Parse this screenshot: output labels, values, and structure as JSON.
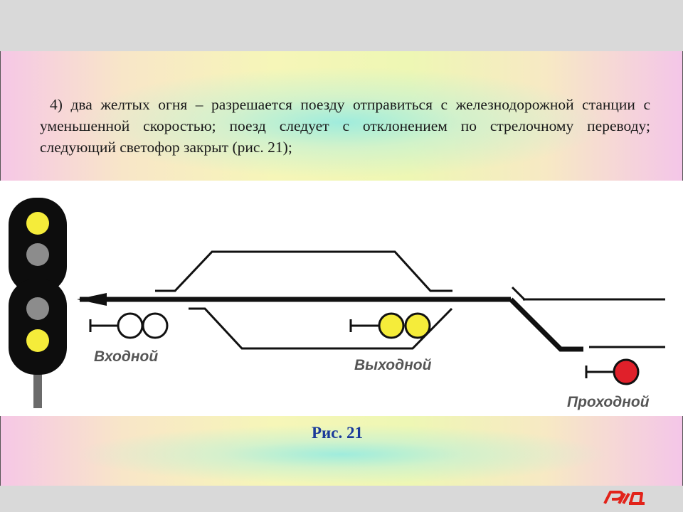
{
  "slide": {
    "body_text": "4) два желтых огня – разрешается поезду отправиться с железнодорожной станции с уменьшенной скоростью; поезд следует с отклонением по стрелочному переводу; следующий светофор закрыт (рис. 21);",
    "caption": "Рис.  21"
  },
  "diagram": {
    "entry_signal_label": "Входной",
    "exit_signal_label": "Выходной",
    "block_signal_label": "Проходной",
    "signal_head_lights": [
      "yellow",
      "grey",
      "grey",
      "yellow"
    ],
    "entry_signal_lights": [
      "white-off",
      "white-off"
    ],
    "exit_signal_lights": [
      "yellow",
      "yellow"
    ],
    "block_signal_lights": [
      "red"
    ],
    "colors": {
      "yellow": "#f5ec3a",
      "grey": "#8c8c8c",
      "red": "#e0202a",
      "track": "#111111",
      "label": "#555555"
    }
  },
  "logo": {
    "text": "РЖД",
    "color": "#e2231a"
  }
}
